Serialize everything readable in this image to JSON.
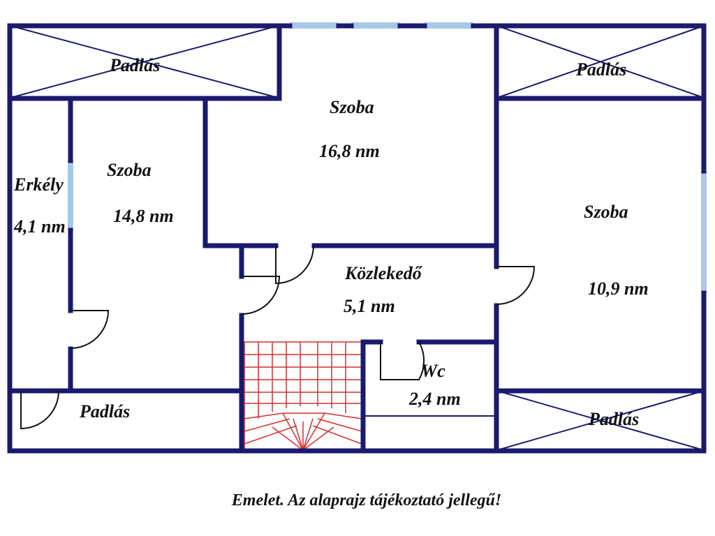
{
  "colors": {
    "wall": "#1a1a6e",
    "window": "#a8c8e8",
    "stairs": "#d03030",
    "text": "#111111",
    "background": "#ffffff"
  },
  "rooms": {
    "padlas_top_left": "Padlás",
    "padlas_top_right": "Padlás",
    "padlas_bottom_left": "Padlás",
    "padlas_bottom_right": "Padlás",
    "szoba_center_name": "Szoba",
    "szoba_center_area": "16,8 nm",
    "szoba_left_name": "Szoba",
    "szoba_left_area": "14,8 nm",
    "erkely_name": "Erkély",
    "erkely_area": "4,1 nm",
    "szoba_right_name": "Szoba",
    "szoba_right_area": "10,9 nm",
    "kozlekedo_name": "Közlekedő",
    "kozlekedo_area": "5,1 nm",
    "wc_name": "Wc",
    "wc_area": "2,4 nm"
  },
  "caption": "Emelet. Az alaprajz tájékoztató jellegű!"
}
